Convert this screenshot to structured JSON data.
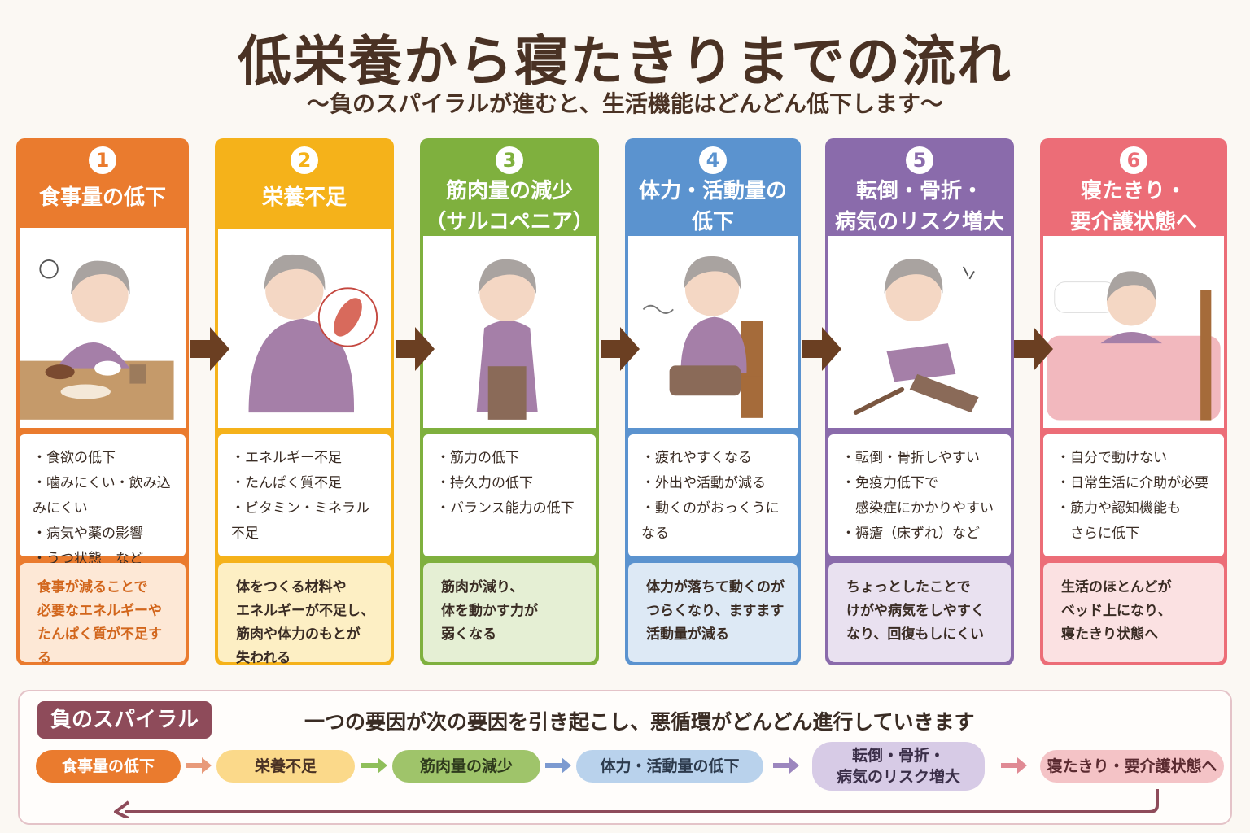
{
  "title": "低栄養から寝たきりまでの流れ",
  "subtitle": "〜負のスパイラルが進むと、生活機能はどんどん低下します〜",
  "steps": [
    {
      "number": "1",
      "title": "食事量の低下",
      "color": "#ea7b2e",
      "summary_bg": "#fde8d6",
      "bullets": [
        "・食欲の低下",
        "・噛みにくい・飲み込みにくい",
        "・病気や薬の影響",
        "・うつ状態　など"
      ],
      "summary": [
        "食事が減ることで",
        "必要なエネルギーや",
        "たんぱく質が不足する"
      ]
    },
    {
      "number": "2",
      "title": "栄養不足",
      "color": "#f5b21a",
      "summary_bg": "#fdefc4",
      "bullets": [
        "・エネルギー不足",
        "・たんぱく質不足",
        "・ビタミン・ミネラル不足"
      ],
      "summary": [
        "体をつくる材料や",
        "エネルギーが不足し、",
        "筋肉や体力のもとが",
        "失われる"
      ]
    },
    {
      "number": "3",
      "title": "筋肉量の減少（サルコペニア）",
      "title_lines": [
        "筋肉量の減少",
        "（サルコペニア）"
      ],
      "color": "#7fb03e",
      "summary_bg": "#e5efd4",
      "bullets": [
        "・筋力の低下",
        "・持久力の低下",
        "・バランス能力の低下"
      ],
      "summary": [
        "筋肉が減り、",
        "体を動かす力が",
        "弱くなる"
      ]
    },
    {
      "number": "4",
      "title": "体力・活動量の低下",
      "title_lines": [
        "体力・活動量の",
        "低下"
      ],
      "color": "#5b93cf",
      "summary_bg": "#dde9f5",
      "bullets": [
        "・疲れやすくなる",
        "・外出や活動が減る",
        "・動くのがおっくうになる"
      ],
      "summary": [
        "体力が落ちて動くのが",
        "つらくなり、ますます",
        "活動量が減る"
      ]
    },
    {
      "number": "5",
      "title": "転倒・骨折・病気のリスク増大",
      "title_lines": [
        "転倒・骨折・",
        "病気のリスク増大"
      ],
      "color": "#8a6bab",
      "summary_bg": "#e9e1f0",
      "bullets": [
        "・転倒・骨折しやすい",
        "・免疫力低下で",
        "　感染症にかかりやすい",
        "・褥瘡（床ずれ）など"
      ],
      "summary": [
        "ちょっとしたことで",
        "けがや病気をしやすく",
        "なり、回復もしにくい"
      ]
    },
    {
      "number": "6",
      "title": "寝たきり・要介護状態へ",
      "title_lines": [
        "寝たきり・",
        "要介護状態へ"
      ],
      "color": "#ec6d77",
      "summary_bg": "#fbe1e2",
      "bullets": [
        "・自分で動けない",
        "・日常生活に介助が必要",
        "・筋力や認知機能も",
        "　さらに低下"
      ],
      "summary": [
        "生活のほとんどが",
        "ベッド上になり、",
        "寝たきり状態へ"
      ]
    }
  ],
  "spiral": {
    "label": "負のスパイラル",
    "description": "一つの要因が次の要因を引き起こし、悪循環がどんどん進行していきます",
    "items": [
      {
        "text": "食事量の低下",
        "bg": "#ea7b2e",
        "fg": "#ffffff"
      },
      {
        "text": "栄養不足",
        "bg": "#fbd98a",
        "fg": "#4a3224"
      },
      {
        "text": "筋肉量の減少",
        "bg": "#9fc46a",
        "fg": "#2e3a1c"
      },
      {
        "text": "体力・活動量の低下",
        "bg": "#b9d2ec",
        "fg": "#2c3a4c"
      },
      {
        "text": "転倒・骨折・\n病気のリスク増大",
        "bg": "#d7cbe6",
        "fg": "#3a2e48"
      },
      {
        "text": "寝たきり・要介護状態へ",
        "bg": "#f4c3c6",
        "fg": "#5a2a30"
      }
    ]
  }
}
